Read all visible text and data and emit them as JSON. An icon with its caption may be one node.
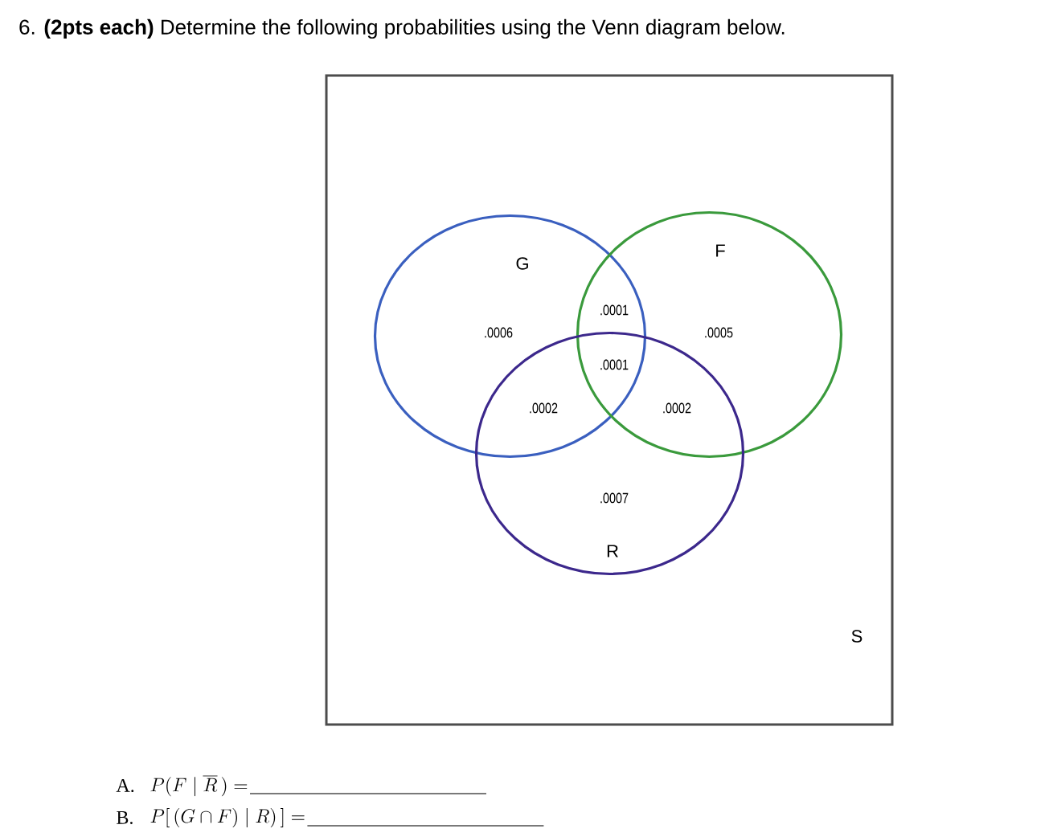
{
  "diagram": {
    "title": "6. **(2pts each)** Determine the following probabilities using the Venn diagram below.",
    "nodes": [
      {
        "text": [
          "S"
        ]
      },
      {
        "text": [
          "G"
        ],
        "in": 0
      },
      {
        "text": [
          "F"
        ],
        "in": 0
      },
      {
        "text": [
          "R"
        ],
        "in": 0
      }
    ],
    "labels": [
      ".0006",
      ".0001",
      ".0005",
      ".0001",
      ".0002",
      ".0002",
      ".0007",
      "A.",
      "P(F\\mid\\overline{R}\\,) =",
      "B.",
      "P[\\,(G\\cap F)\\mid R)\\,] ="
    ]
  }
}
